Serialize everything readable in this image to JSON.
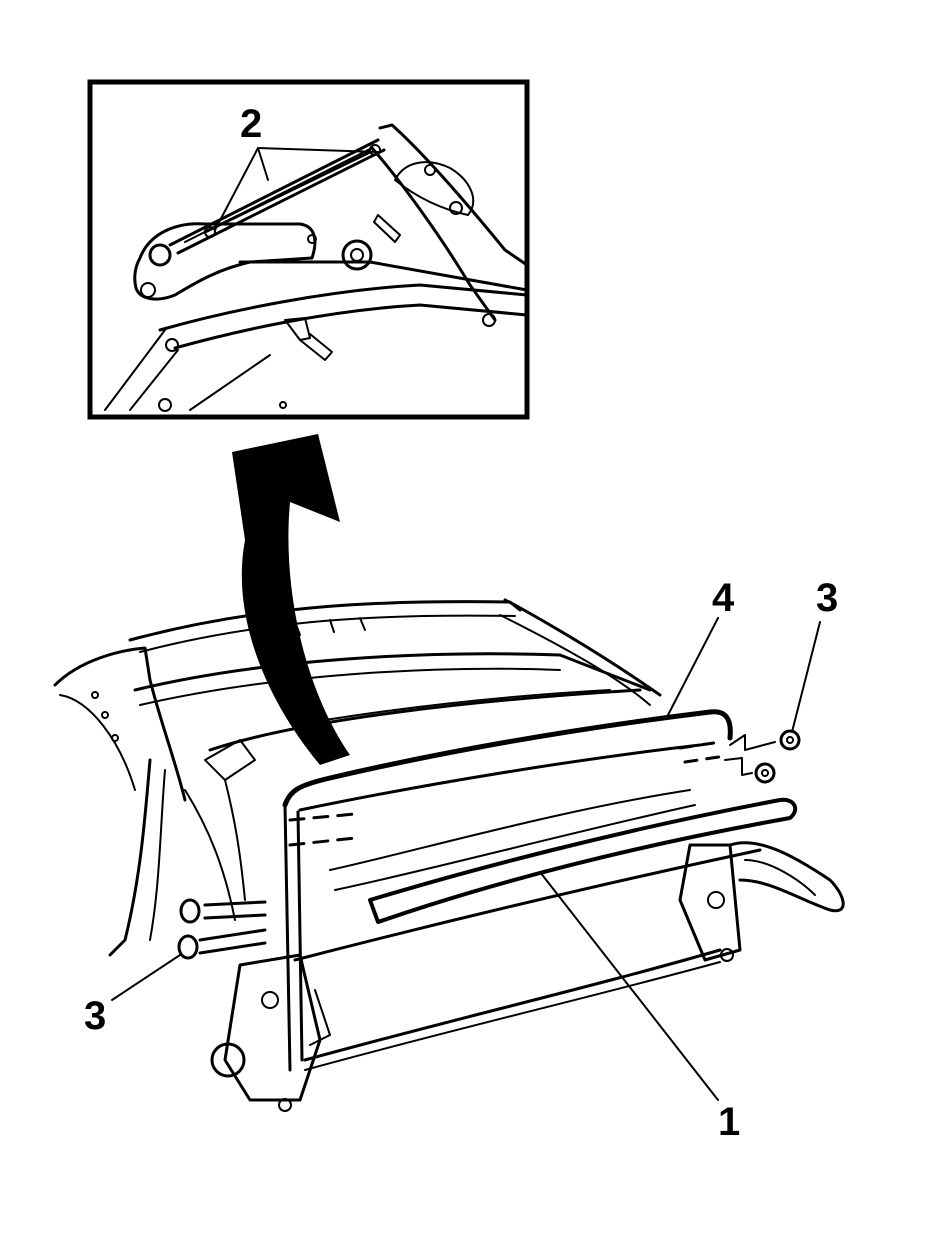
{
  "diagram": {
    "callouts": {
      "c1": "1",
      "c2": "2",
      "c3_left": "3",
      "c3_right": "3",
      "c4": "4"
    },
    "colors": {
      "ink": "#000000",
      "paper": "#ffffff"
    }
  }
}
